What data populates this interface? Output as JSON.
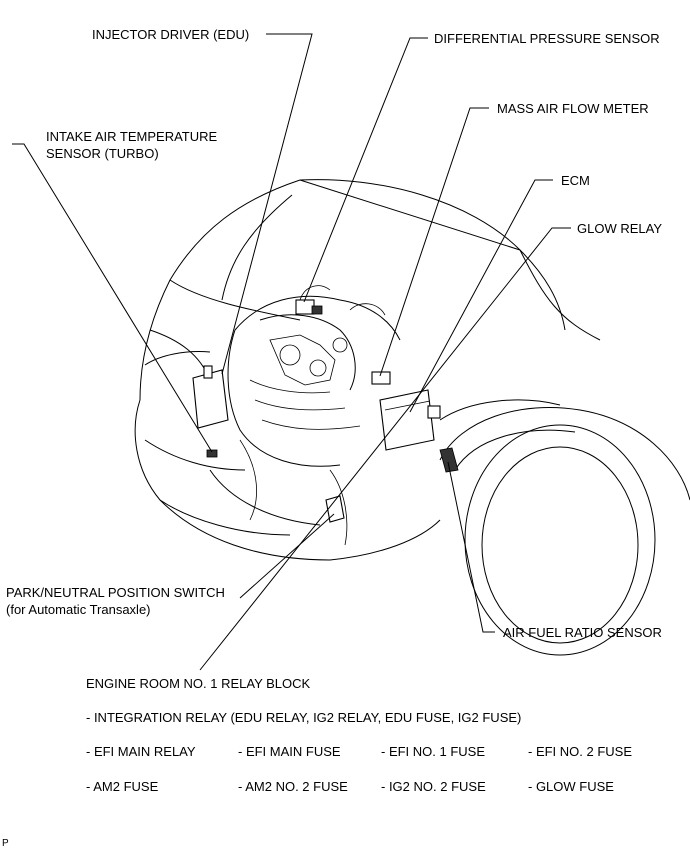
{
  "labels": {
    "injector_driver": "INJECTOR DRIVER (EDU)",
    "diff_pressure": "DIFFERENTIAL PRESSURE SENSOR",
    "mass_air_flow": "MASS AIR FLOW METER",
    "intake_air_temp": "INTAKE AIR TEMPERATURE\nSENSOR (TURBO)",
    "ecm": "ECM",
    "glow_relay": "GLOW RELAY",
    "park_neutral": "PARK/NEUTRAL POSITION SWITCH\n(for Automatic Transaxle)",
    "air_fuel_ratio": "AIR FUEL RATIO SENSOR"
  },
  "relay_block": {
    "title": "ENGINE ROOM NO. 1 RELAY BLOCK",
    "integration": "- INTEGRATION RELAY (EDU RELAY, IG2 RELAY, EDU FUSE, IG2 FUSE)",
    "rows": [
      [
        "- EFI MAIN RELAY",
        "- EFI MAIN FUSE",
        "- EFI NO. 1 FUSE",
        "- EFI NO. 2 FUSE"
      ],
      [
        "- AM2 FUSE",
        "- AM2 NO. 2 FUSE",
        "- IG2 NO. 2 FUSE",
        "- GLOW FUSE"
      ]
    ]
  },
  "corner_mark": "P"
}
